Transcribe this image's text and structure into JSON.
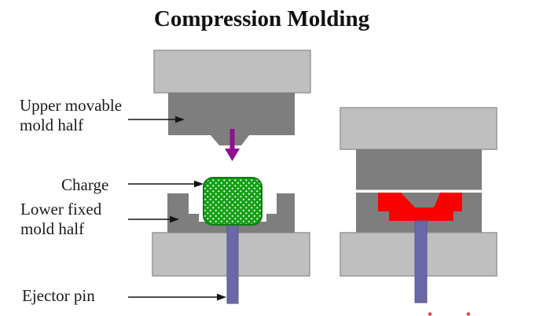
{
  "title": "Compression Molding",
  "labels": {
    "upper_mold": {
      "line1": "Upper movable",
      "line2": "mold half"
    },
    "charge": "Charge",
    "lower_mold": {
      "line1": "Lower fixed",
      "line2": "mold half"
    },
    "ejector_pin": "Ejector pin"
  },
  "colors": {
    "platen_light_gray": "#bfbfbf",
    "platen_border_gray": "#979797",
    "mold_dark_gray": "#7e7e7e",
    "charge_green": "#17a017",
    "charge_border_green": "#0d7d0d",
    "charge_dot_white": "#ffffff",
    "molded_part_red": "#fb0000",
    "ejector_pin_purple": "#6b68a7",
    "pin_border_purple": "#5a5790",
    "press_arrow_magenta": "#8e128e",
    "label_arrow_black": "#141414",
    "cutoff_mark_red": "#e14a4a"
  }
}
